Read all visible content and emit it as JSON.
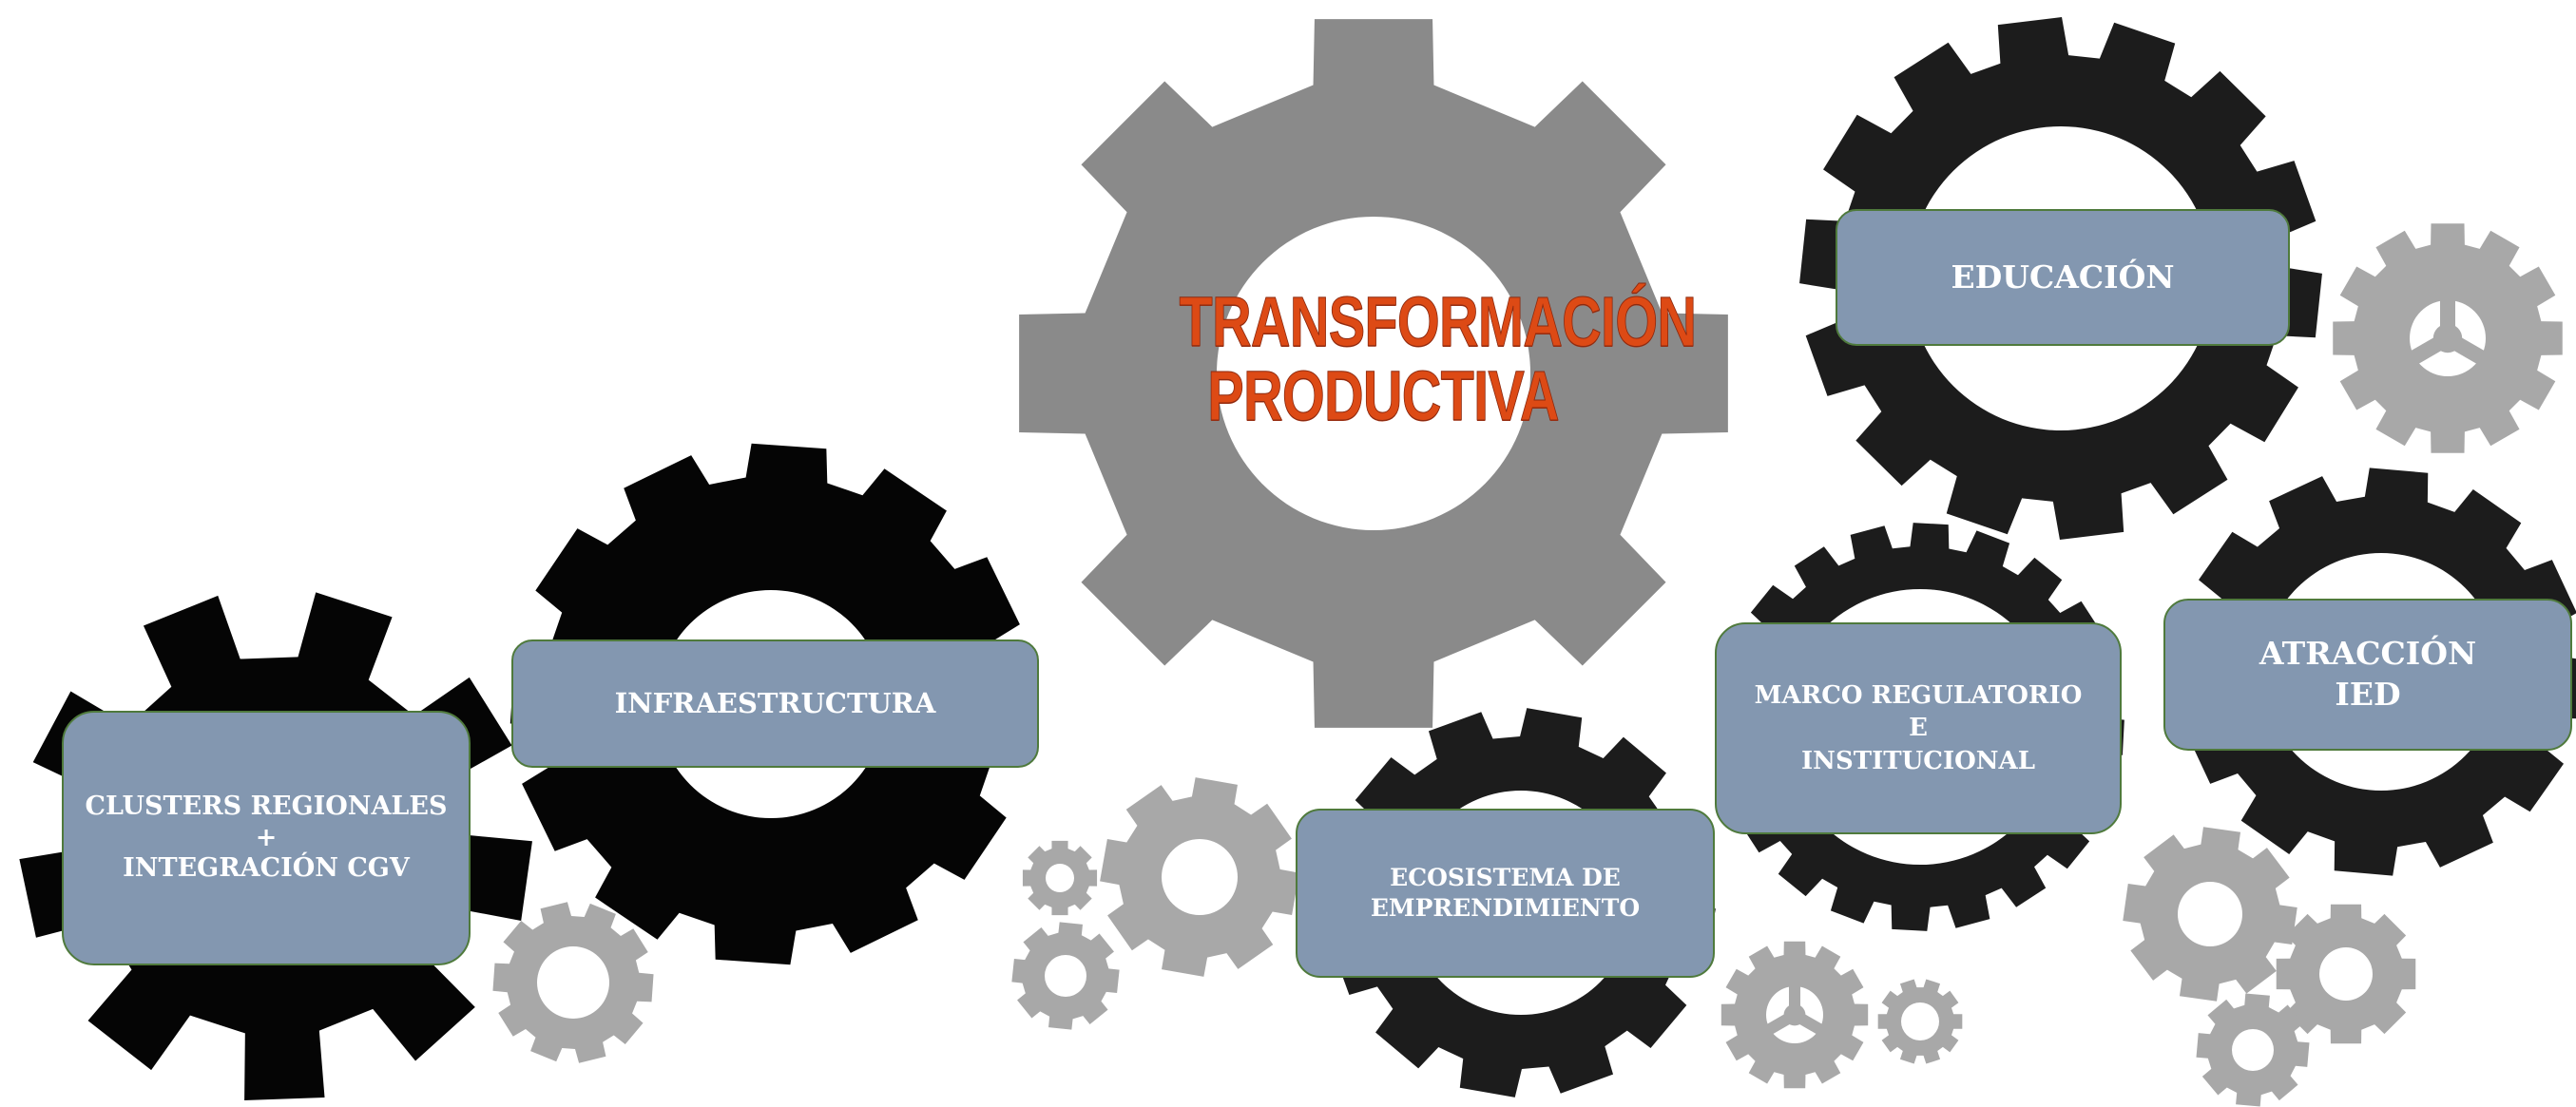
{
  "title": {
    "line1": "TRANSFORMACIÓN",
    "line2": "PRODUCTIVA"
  },
  "pillars": {
    "clusters": {
      "line1": "CLUSTERS REGIONALES",
      "line2": "+",
      "line3": "INTEGRACIÓN CGV"
    },
    "infraestructura": {
      "line1": "INFRAESTRUCTURA"
    },
    "ecosistema": {
      "line1": "ECOSISTEMA DE",
      "line2": "EMPRENDIMIENTO"
    },
    "marco": {
      "line1": "MARCO REGULATORIO",
      "line2": "E",
      "line3": "INSTITUCIONAL"
    },
    "educacion": {
      "line1": "EDUCACIÓN"
    },
    "atraccion": {
      "line1": "ATRACCIÓN",
      "line2": "IED"
    }
  },
  "colors": {
    "central_gear": "#8a8a8a",
    "dark_gear": "#1c1c1c",
    "black_gear": "#050505",
    "light_gear": "#a8a8a8",
    "label_fill": "#8397b0",
    "label_border": "#4f7a3c",
    "title_text": "#dd4a15"
  }
}
